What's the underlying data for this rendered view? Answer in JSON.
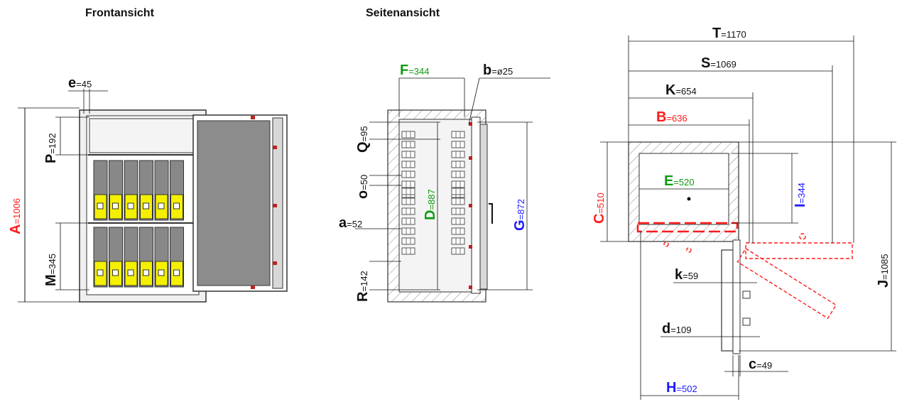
{
  "titles": {
    "front": "Frontansicht",
    "side": "Seitenansicht"
  },
  "colors": {
    "red": "#ff1a1a",
    "green": "#109a10",
    "blue": "#1a1aff",
    "black": "#111111",
    "grey": "#888888",
    "yellow": "#f4f000",
    "lightgrey": "#e8e8e8"
  },
  "dims": {
    "e": {
      "letter": "e",
      "value": "=45"
    },
    "P": {
      "letter": "P",
      "value": "=192"
    },
    "A": {
      "letter": "A",
      "value": "=1006"
    },
    "M": {
      "letter": "M",
      "value": "=345"
    },
    "F": {
      "letter": "F",
      "value": "=344"
    },
    "b": {
      "letter": "b",
      "value": "=ø25"
    },
    "Q": {
      "letter": "Q",
      "value": "=95"
    },
    "o": {
      "letter": "o",
      "value": "=50"
    },
    "D": {
      "letter": "D",
      "value": "=887"
    },
    "G": {
      "letter": "G",
      "value": "=872"
    },
    "a": {
      "letter": "a",
      "value": "=52"
    },
    "R": {
      "letter": "R",
      "value": "=142"
    },
    "T": {
      "letter": "T",
      "value": "=1170"
    },
    "S": {
      "letter": "S",
      "value": "=1069"
    },
    "K": {
      "letter": "K",
      "value": "=654"
    },
    "B": {
      "letter": "B",
      "value": "=636"
    },
    "C": {
      "letter": "C",
      "value": "=510"
    },
    "E": {
      "letter": "E",
      "value": "=520"
    },
    "I": {
      "letter": "I",
      "value": "=344"
    },
    "J": {
      "letter": "J",
      "value": "=1085"
    },
    "k": {
      "letter": "k",
      "value": "=59"
    },
    "d": {
      "letter": "d",
      "value": "=109"
    },
    "c": {
      "letter": "c",
      "value": "=49"
    },
    "H": {
      "letter": "H",
      "value": "=502"
    }
  }
}
